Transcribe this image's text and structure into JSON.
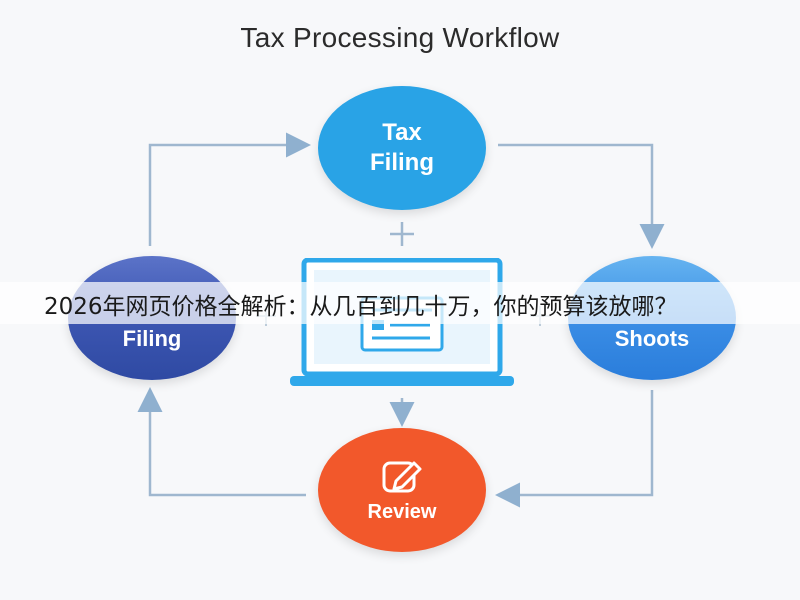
{
  "diagram": {
    "title": "Tax Processing Workflow",
    "nodes": {
      "top": {
        "line1": "Tax",
        "line2": "Filing",
        "color": "#29a3e6"
      },
      "left": {
        "label": "Filing",
        "color": "#2f4aa3"
      },
      "right": {
        "label": "Shoots",
        "color": "#2a7ddb"
      },
      "bottom": {
        "label": "Review",
        "color": "#f2582b",
        "icon": "pencil-icon"
      }
    },
    "center_icon": "laptop-form-icon",
    "connector_color": "#9fb7cf"
  },
  "overlay": {
    "caption": "2026年网页价格全解析：从几百到几十万，你的预算该放哪？"
  }
}
